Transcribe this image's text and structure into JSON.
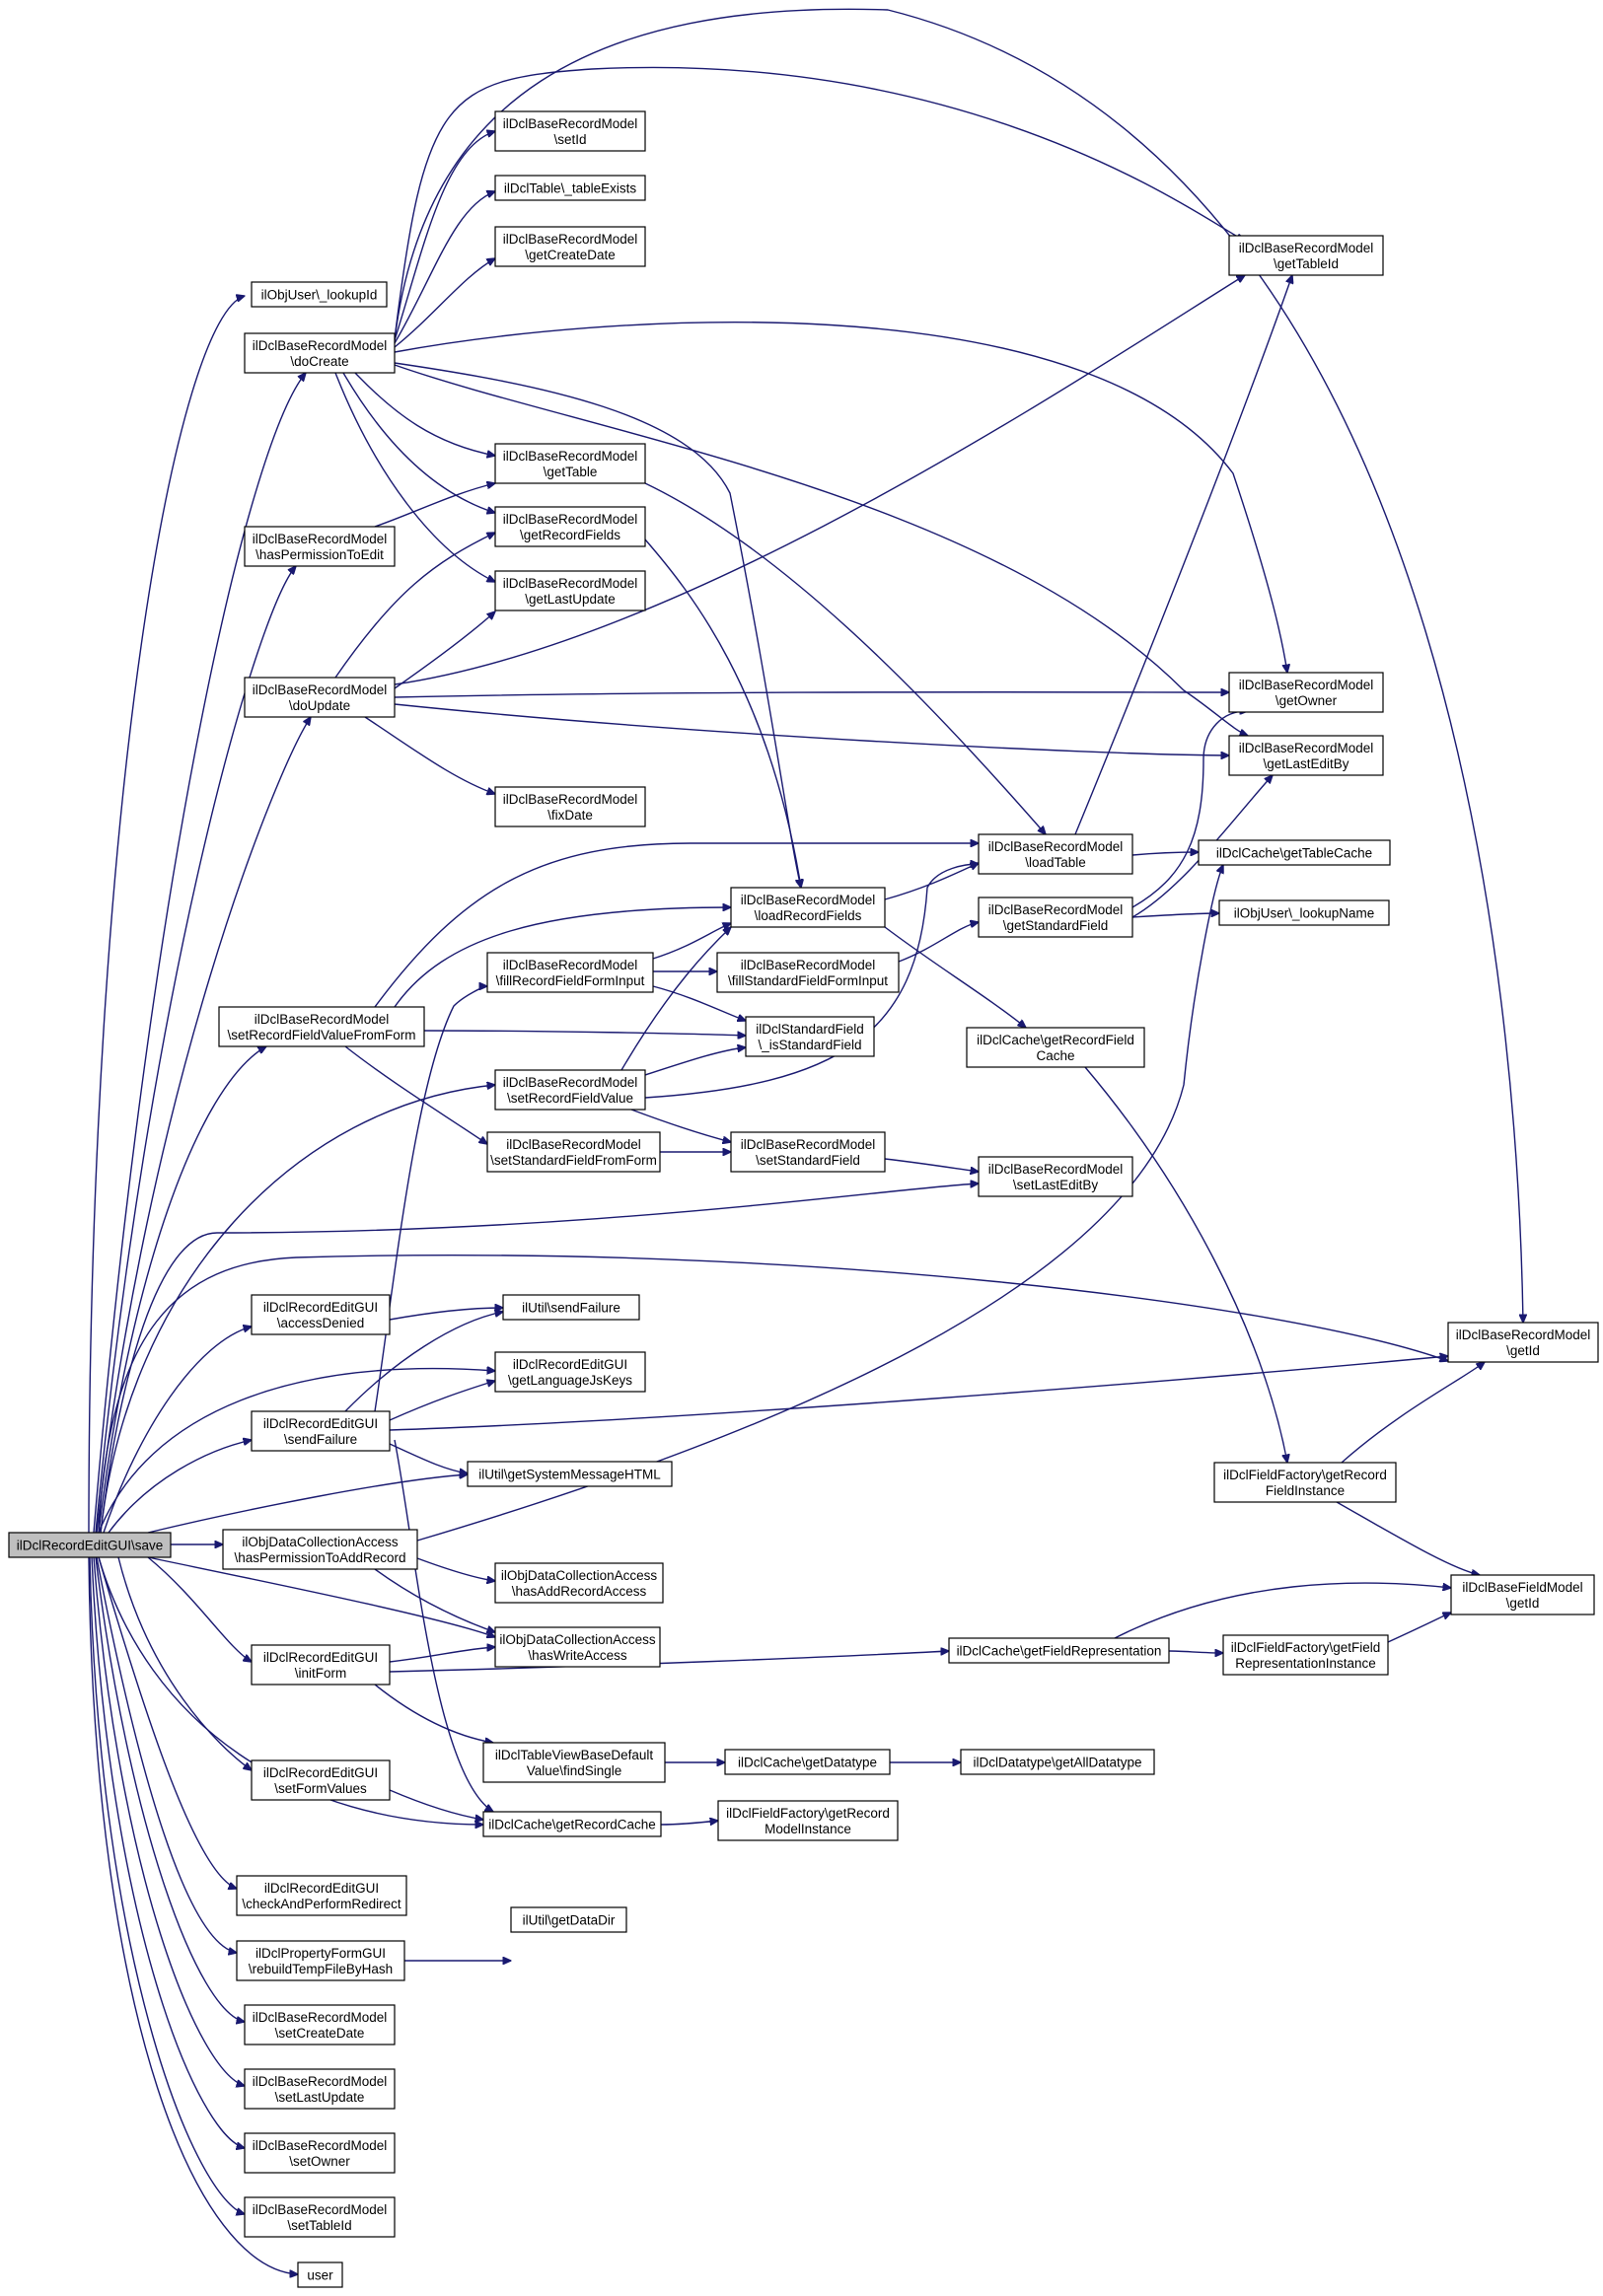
{
  "graph": {
    "root": "n0",
    "nodes": [
      {
        "id": "n0",
        "lines": [
          "ilDclRecordEditGUI\\save"
        ],
        "root": true
      },
      {
        "id": "n1",
        "lines": [
          "ilObjUser\\_lookupId"
        ]
      },
      {
        "id": "n2",
        "lines": [
          "ilDclBaseRecordModel",
          "\\doCreate"
        ]
      },
      {
        "id": "n3",
        "lines": [
          "ilDclBaseRecordModel",
          "\\hasPermissionToEdit"
        ]
      },
      {
        "id": "n4",
        "lines": [
          "ilDclBaseRecordModel",
          "\\doUpdate"
        ]
      },
      {
        "id": "n5",
        "lines": [
          "ilDclBaseRecordModel",
          "\\setRecordFieldValueFromForm"
        ]
      },
      {
        "id": "n6",
        "lines": [
          "ilDclRecordEditGUI",
          "\\accessDenied"
        ]
      },
      {
        "id": "n7",
        "lines": [
          "ilDclRecordEditGUI",
          "\\sendFailure"
        ]
      },
      {
        "id": "n8",
        "lines": [
          "ilObjDataCollectionAccess",
          "\\hasPermissionToAddRecord"
        ]
      },
      {
        "id": "n9",
        "lines": [
          "ilDclRecordEditGUI",
          "\\initForm"
        ]
      },
      {
        "id": "n10",
        "lines": [
          "ilDclRecordEditGUI",
          "\\setFormValues"
        ]
      },
      {
        "id": "n11",
        "lines": [
          "ilDclRecordEditGUI",
          "\\checkAndPerformRedirect"
        ]
      },
      {
        "id": "n12",
        "lines": [
          "ilDclPropertyFormGUI",
          "\\rebuildTempFileByHash"
        ]
      },
      {
        "id": "n13",
        "lines": [
          "ilDclBaseRecordModel",
          "\\setCreateDate"
        ]
      },
      {
        "id": "n14",
        "lines": [
          "ilDclBaseRecordModel",
          "\\setLastUpdate"
        ]
      },
      {
        "id": "n15",
        "lines": [
          "ilDclBaseRecordModel",
          "\\setOwner"
        ]
      },
      {
        "id": "n16",
        "lines": [
          "ilDclBaseRecordModel",
          "\\setTableId"
        ]
      },
      {
        "id": "n17",
        "lines": [
          "user"
        ]
      },
      {
        "id": "n18",
        "lines": [
          "ilDclBaseRecordModel",
          "\\setId"
        ]
      },
      {
        "id": "n19",
        "lines": [
          "ilDclTable\\_tableExists"
        ]
      },
      {
        "id": "n20",
        "lines": [
          "ilDclBaseRecordModel",
          "\\getCreateDate"
        ]
      },
      {
        "id": "n21",
        "lines": [
          "ilDclBaseRecordModel",
          "\\getTable"
        ]
      },
      {
        "id": "n22",
        "lines": [
          "ilDclBaseRecordModel",
          "\\getRecordFields"
        ]
      },
      {
        "id": "n23",
        "lines": [
          "ilDclBaseRecordModel",
          "\\getLastUpdate"
        ]
      },
      {
        "id": "n24",
        "lines": [
          "ilDclBaseRecordModel",
          "\\fixDate"
        ]
      },
      {
        "id": "n25",
        "lines": [
          "ilDclBaseRecordModel",
          "\\fillRecordFieldFormInput"
        ]
      },
      {
        "id": "n26",
        "lines": [
          "ilDclBaseRecordModel",
          "\\setRecordFieldValue"
        ]
      },
      {
        "id": "n27",
        "lines": [
          "ilDclBaseRecordModel",
          "\\setStandardFieldFromForm"
        ]
      },
      {
        "id": "n28",
        "lines": [
          "ilUtil\\sendFailure"
        ]
      },
      {
        "id": "n29",
        "lines": [
          "ilDclRecordEditGUI",
          "\\getLanguageJsKeys"
        ]
      },
      {
        "id": "n30",
        "lines": [
          "ilUtil\\getSystemMessageHTML"
        ]
      },
      {
        "id": "n31",
        "lines": [
          "ilObjDataCollectionAccess",
          "\\hasAddRecordAccess"
        ]
      },
      {
        "id": "n32",
        "lines": [
          "ilObjDataCollectionAccess",
          "\\hasWriteAccess"
        ]
      },
      {
        "id": "n33",
        "lines": [
          "ilDclTableViewBaseDefault",
          "Value\\findSingle"
        ]
      },
      {
        "id": "n34",
        "lines": [
          "ilDclCache\\getRecordCache"
        ]
      },
      {
        "id": "n35",
        "lines": [
          "ilUtil\\getDataDir"
        ]
      },
      {
        "id": "n36",
        "lines": [
          "ilDclBaseRecordModel",
          "\\loadRecordFields"
        ]
      },
      {
        "id": "n37",
        "lines": [
          "ilDclBaseRecordModel",
          "\\fillStandardFieldFormInput"
        ]
      },
      {
        "id": "n38",
        "lines": [
          "ilDclStandardField",
          "\\_isStandardField"
        ]
      },
      {
        "id": "n39",
        "lines": [
          "ilDclBaseRecordModel",
          "\\setStandardField"
        ]
      },
      {
        "id": "n40",
        "lines": [
          "ilDclCache\\getDatatype"
        ]
      },
      {
        "id": "n41",
        "lines": [
          "ilDclFieldFactory\\getRecord",
          "ModelInstance"
        ]
      },
      {
        "id": "n42",
        "lines": [
          "ilDclBaseRecordModel",
          "\\loadTable"
        ]
      },
      {
        "id": "n43",
        "lines": [
          "ilDclBaseRecordModel",
          "\\getStandardField"
        ]
      },
      {
        "id": "n44",
        "lines": [
          "ilDclCache\\getRecordField",
          "Cache"
        ]
      },
      {
        "id": "n45",
        "lines": [
          "ilDclBaseRecordModel",
          "\\setLastEditBy"
        ]
      },
      {
        "id": "n46",
        "lines": [
          "ilDclCache\\getFieldRepresentation"
        ]
      },
      {
        "id": "n47",
        "lines": [
          "ilDclDatatype\\getAllDatatype"
        ]
      },
      {
        "id": "n48",
        "lines": [
          "ilDclBaseRecordModel",
          "\\getTableId"
        ]
      },
      {
        "id": "n49",
        "lines": [
          "ilDclBaseRecordModel",
          "\\getOwner"
        ]
      },
      {
        "id": "n50",
        "lines": [
          "ilDclBaseRecordModel",
          "\\getLastEditBy"
        ]
      },
      {
        "id": "n51",
        "lines": [
          "ilDclCache\\getTableCache"
        ]
      },
      {
        "id": "n52",
        "lines": [
          "ilObjUser\\_lookupName"
        ]
      },
      {
        "id": "n53",
        "lines": [
          "ilDclBaseRecordModel",
          "\\getId"
        ]
      },
      {
        "id": "n54",
        "lines": [
          "ilDclFieldFactory\\getRecord",
          "FieldInstance"
        ]
      },
      {
        "id": "n55",
        "lines": [
          "ilDclFieldFactory\\getField",
          "RepresentationInstance"
        ]
      },
      {
        "id": "n56",
        "lines": [
          "ilDclBaseFieldModel",
          "\\getId"
        ]
      }
    ],
    "edges": [
      [
        "n0",
        "n1"
      ],
      [
        "n0",
        "n2"
      ],
      [
        "n0",
        "n3"
      ],
      [
        "n0",
        "n4"
      ],
      [
        "n0",
        "n5"
      ],
      [
        "n0",
        "n26"
      ],
      [
        "n0",
        "n45"
      ],
      [
        "n0",
        "n53"
      ],
      [
        "n0",
        "n6"
      ],
      [
        "n0",
        "n29"
      ],
      [
        "n0",
        "n7"
      ],
      [
        "n0",
        "n30"
      ],
      [
        "n0",
        "n8"
      ],
      [
        "n0",
        "n32"
      ],
      [
        "n0",
        "n9"
      ],
      [
        "n0",
        "n10"
      ],
      [
        "n0",
        "n34"
      ],
      [
        "n0",
        "n11"
      ],
      [
        "n0",
        "n12"
      ],
      [
        "n0",
        "n13"
      ],
      [
        "n0",
        "n14"
      ],
      [
        "n0",
        "n15"
      ],
      [
        "n0",
        "n16"
      ],
      [
        "n0",
        "n17"
      ],
      [
        "n2",
        "n18"
      ],
      [
        "n2",
        "n19"
      ],
      [
        "n2",
        "n20"
      ],
      [
        "n2",
        "n21"
      ],
      [
        "n2",
        "n22"
      ],
      [
        "n2",
        "n23"
      ],
      [
        "n2",
        "n36"
      ],
      [
        "n2",
        "n48"
      ],
      [
        "n2",
        "n49"
      ],
      [
        "n2",
        "n50"
      ],
      [
        "n2",
        "n53"
      ],
      [
        "n3",
        "n21"
      ],
      [
        "n4",
        "n22"
      ],
      [
        "n4",
        "n23"
      ],
      [
        "n4",
        "n24"
      ],
      [
        "n4",
        "n48"
      ],
      [
        "n4",
        "n49"
      ],
      [
        "n4",
        "n50"
      ],
      [
        "n5",
        "n42"
      ],
      [
        "n5",
        "n36"
      ],
      [
        "n5",
        "n38"
      ],
      [
        "n5",
        "n27"
      ],
      [
        "n21",
        "n42"
      ],
      [
        "n22",
        "n36"
      ],
      [
        "n25",
        "n36"
      ],
      [
        "n25",
        "n37"
      ],
      [
        "n25",
        "n38"
      ],
      [
        "n26",
        "n36"
      ],
      [
        "n26",
        "n38"
      ],
      [
        "n26",
        "n39"
      ],
      [
        "n26",
        "n42"
      ],
      [
        "n27",
        "n39"
      ],
      [
        "n39",
        "n45"
      ],
      [
        "n36",
        "n42"
      ],
      [
        "n36",
        "n44"
      ],
      [
        "n37",
        "n43"
      ],
      [
        "n42",
        "n48"
      ],
      [
        "n42",
        "n51"
      ],
      [
        "n43",
        "n49"
      ],
      [
        "n43",
        "n50"
      ],
      [
        "n43",
        "n52"
      ],
      [
        "n44",
        "n54"
      ],
      [
        "n54",
        "n53"
      ],
      [
        "n54",
        "n56"
      ],
      [
        "n6",
        "n28"
      ],
      [
        "n7",
        "n25"
      ],
      [
        "n7",
        "n28"
      ],
      [
        "n7",
        "n29"
      ],
      [
        "n7",
        "n30"
      ],
      [
        "n7",
        "n34"
      ],
      [
        "n7",
        "n53"
      ],
      [
        "n8",
        "n31"
      ],
      [
        "n8",
        "n32"
      ],
      [
        "n8",
        "n51"
      ],
      [
        "n9",
        "n32"
      ],
      [
        "n9",
        "n33"
      ],
      [
        "n9",
        "n46"
      ],
      [
        "n10",
        "n34"
      ],
      [
        "n33",
        "n40"
      ],
      [
        "n40",
        "n47"
      ],
      [
        "n34",
        "n41"
      ],
      [
        "n46",
        "n55"
      ],
      [
        "n46",
        "n56"
      ],
      [
        "n55",
        "n56"
      ],
      [
        "n12",
        "n35"
      ]
    ]
  }
}
